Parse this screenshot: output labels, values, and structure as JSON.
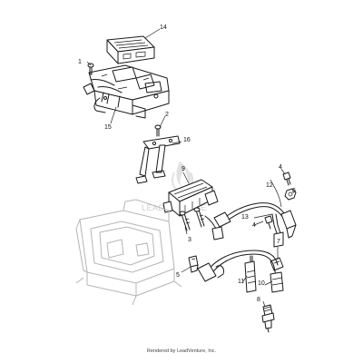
{
  "callouts": {
    "c1": "1",
    "c2": "2",
    "c3": "3",
    "c4a": "4",
    "c4b": "4",
    "c5": "5",
    "c6": "6",
    "c7": "7",
    "c8": "8",
    "c9": "9",
    "c10": "10",
    "c11": "11",
    "c12": "12",
    "c13": "13",
    "c14": "14",
    "c15": "15",
    "c16": "16"
  },
  "watermark": "LEADVENTURE",
  "footer": "Rendered by LeadVenture, Inc."
}
